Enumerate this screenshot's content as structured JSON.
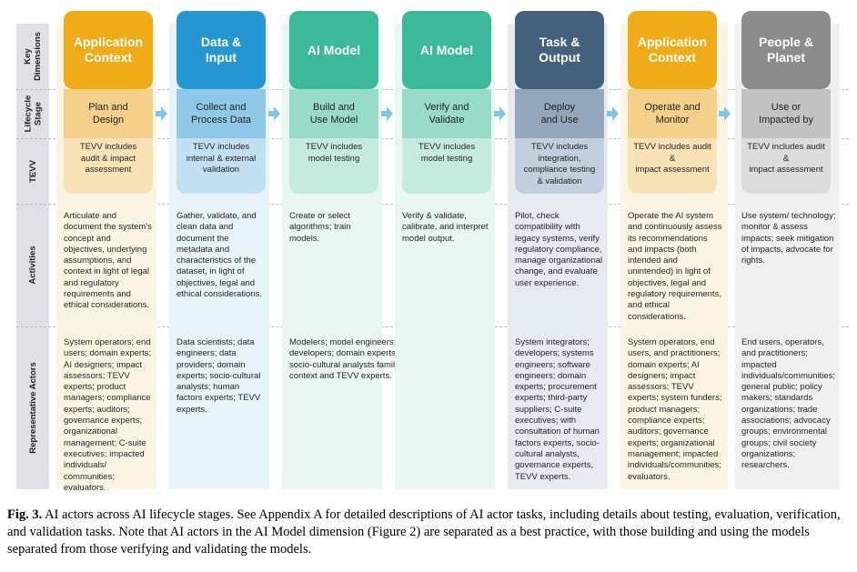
{
  "row_labels": [
    "Key\nDimensions",
    "Lifecycle\nStage",
    "TEVV",
    "Activities",
    "Representative Actors"
  ],
  "columns": [
    {
      "dimension": "Application\nContext",
      "stage": "Plan and\nDesign",
      "tevv": "TEVV includes\naudit & impact\nassessment",
      "activities": "Articulate and document the system's concept and objectives, underlying assumptions, and context in light of legal and regulatory requirements and ethical considerations.",
      "actors": "System operators; end users; domain experts; AI designers; impact assessors; TEVV experts; product managers; compliance experts; auditors; governance experts; organizational management; C-suite executives; impacted individuals/ communities; evaluators.",
      "colors": {
        "dim": "#f0ab19",
        "stage": "#f5d08a",
        "tevv": "#f8e3b8",
        "bg": "#fdf5e4"
      }
    },
    {
      "dimension": "Data &\nInput",
      "stage": "Collect and\nProcess Data",
      "tevv": "TEVV includes\ninternal & external\nvalidation",
      "activities": "Gather, validate, and clean data and document the metadata and characteristics of the dataset, in light of objectives, legal and ethical considerations.",
      "actors": "Data scientists; data engineers; data providers; domain experts; socio-cultural analysts; human factors experts; TEVV experts.",
      "colors": {
        "dim": "#2596d1",
        "stage": "#90c9e8",
        "tevv": "#c2e0f2",
        "bg": "#e8f3fa"
      }
    },
    {
      "dimension": "AI Model",
      "stage": "Build and\nUse Model",
      "tevv": "TEVV includes\nmodel testing",
      "activities": "Create or select algorithms; train models.",
      "actors": "Modelers; model engineers; data scientists; developers; domain experts; with consultation of socio-cultural analysts familiar with the application context and TEVV experts.",
      "colors": {
        "dim": "#3cb99b",
        "stage": "#98dbc8",
        "tevv": "#c5eade",
        "bg": "#e9f6f1"
      }
    },
    {
      "dimension": "AI Model",
      "stage": "Verify and\nValidate",
      "tevv": "TEVV includes\nmodel testing",
      "activities": "Verify & validate, calibrate, and interpret model output.",
      "actors": "",
      "colors": {
        "dim": "#3cb99b",
        "stage": "#98dbc8",
        "tevv": "#c5eade",
        "bg": "#e9f6f1"
      }
    },
    {
      "dimension": "Task &\nOutput",
      "stage": "Deploy\nand Use",
      "tevv": "TEVV includes\nintegration,\ncompliance testing\n& validation",
      "activities": "Pilot, check compatibility with legacy systems, verify regulatory compliance, manage organizational change, and evaluate user experience.",
      "actors": "System integrators; developers; systems engineers; software engineers; domain experts; procurement experts; third-party suppliers; C-suite executives; with consultation of human factors experts, socio-cultural analysts, governance experts, TEVV experts.",
      "colors": {
        "dim": "#45607a",
        "stage": "#93a6ba",
        "tevv": "#c3cfdc",
        "bg": "#e6ebf1"
      }
    },
    {
      "dimension": "Application\nContext",
      "stage": "Operate and\nMonitor",
      "tevv": "TEVV includes audit\n&\nimpact assessment",
      "activities": "Operate the AI system and continuously assess its recommendations and impacts (both intended and unintended) in light of objectives, legal and regulatory requirements, and ethical considerations.",
      "actors": "System operators, end users, and practitioners; domain experts; AI designers; impact assessors; TEVV experts; system funders; product managers; compliance experts; auditors; governance experts; organizational management; impacted individuals/communities; evaluators.",
      "colors": {
        "dim": "#f0ab19",
        "stage": "#f5d08a",
        "tevv": "#f8e3b8",
        "bg": "#fdf5e4"
      }
    },
    {
      "dimension": "People &\nPlanet",
      "stage": "Use or\nImpacted by",
      "tevv": "TEVV includes audit\n&\nimpact assessment",
      "activities": "Use system/ technology; monitor & assess impacts; seek mitigation of impacts, advocate for rights.",
      "actors": "End users, operators, and practitioners; impacted individuals/communities; general public; policy makers; standards organizations; trade associations; advocacy groups; environmental groups; civil society organizations; researchers.",
      "colors": {
        "dim": "#8c8c8c",
        "stage": "#c2c2c2",
        "tevv": "#dcdcdc",
        "bg": "#f0f0f0"
      }
    }
  ],
  "arrow_color": "#7cc7e8",
  "caption": {
    "label": "Fig. 3.",
    "text": " AI actors across AI lifecycle stages. See Appendix A for detailed descriptions of AI actor tasks, including details about testing, evaluation, verification, and validation tasks. Note that AI actors in the AI Model dimension (Figure 2) are separated as a best practice, with those building and using the models separated from those verifying and validating the models."
  }
}
